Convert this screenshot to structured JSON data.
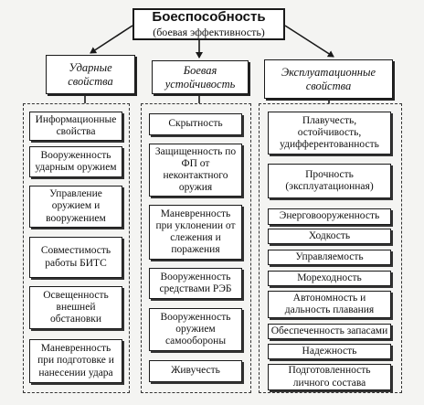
{
  "root": {
    "title": "Боеспособность",
    "subtitle": "(боевая эффективность)"
  },
  "columns": [
    {
      "title": "Ударные свойства",
      "items": [
        "Информационные свойства",
        "Вооруженность ударным оружием",
        "Управление оружием и вооружением",
        "Совместимость работы БИТС",
        "Освещенность внешней обстановки",
        "Маневренность при подготовке и нанесении удара"
      ]
    },
    {
      "title": "Боевая устойчивость",
      "items": [
        "Скрытность",
        "Защищенность по ФП от неконтактного оружия",
        "Маневренность при уклонении от слежения и поражения",
        "Вооруженность средствами РЭБ",
        "Вооруженность оружием самообороны",
        "Живучесть"
      ]
    },
    {
      "title": "Эксплуатационные свойства",
      "items": [
        "Плавучесть, остойчивость, удифферентованность",
        "Прочность (эксплуатационная)",
        "Энерговооруженность",
        "Ходкость",
        "Управляемость",
        "Мореходность",
        "Автономность и дальность плавания",
        "Обеспеченность запасами",
        "Надежность",
        "Подготовленность личного состава"
      ]
    }
  ]
}
